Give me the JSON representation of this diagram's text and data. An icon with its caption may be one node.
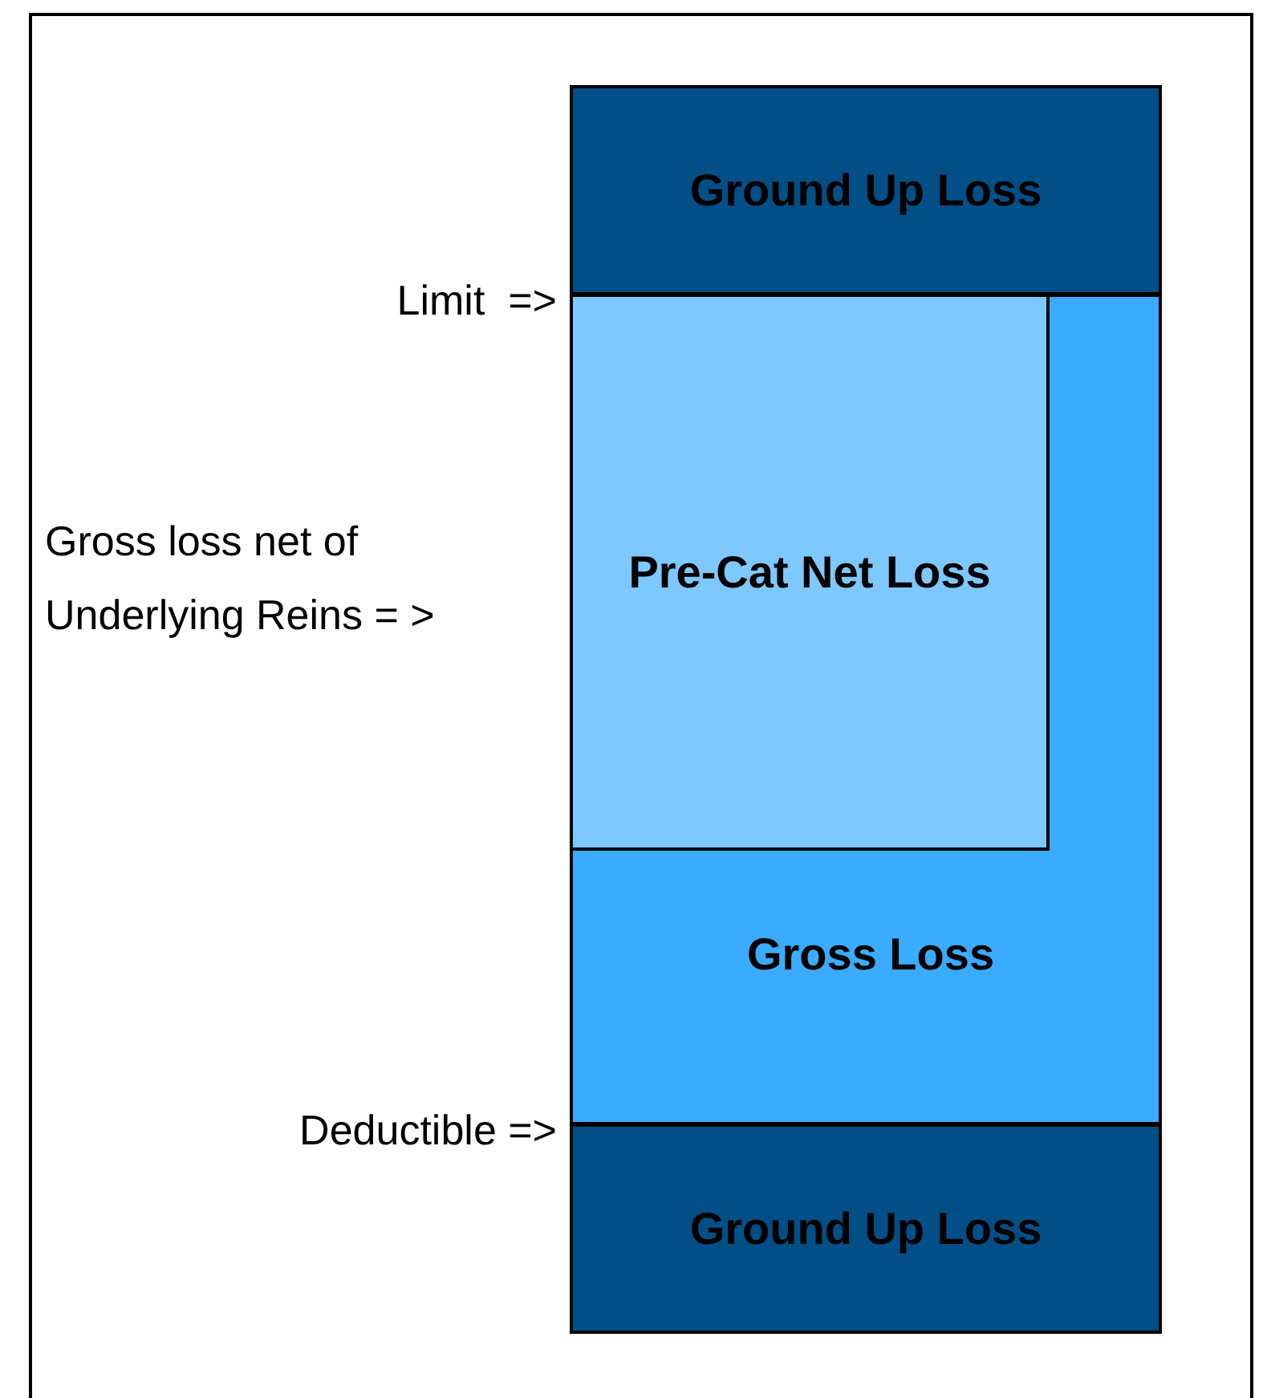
{
  "diagram": {
    "nodes": [
      {
        "text": [
          "Ground Up Loss"
        ]
      },
      {
        "text": [
          "Gross Loss"
        ]
      },
      {
        "text": [
          "Pre-Cat Net Loss"
        ],
        "in": 1
      },
      {
        "text": [
          "Ground Up Loss"
        ]
      }
    ],
    "edges": [],
    "labels": [
      "Limit  =>",
      "Gross loss net of Underlying Reins = >",
      "Deductible =>"
    ]
  }
}
